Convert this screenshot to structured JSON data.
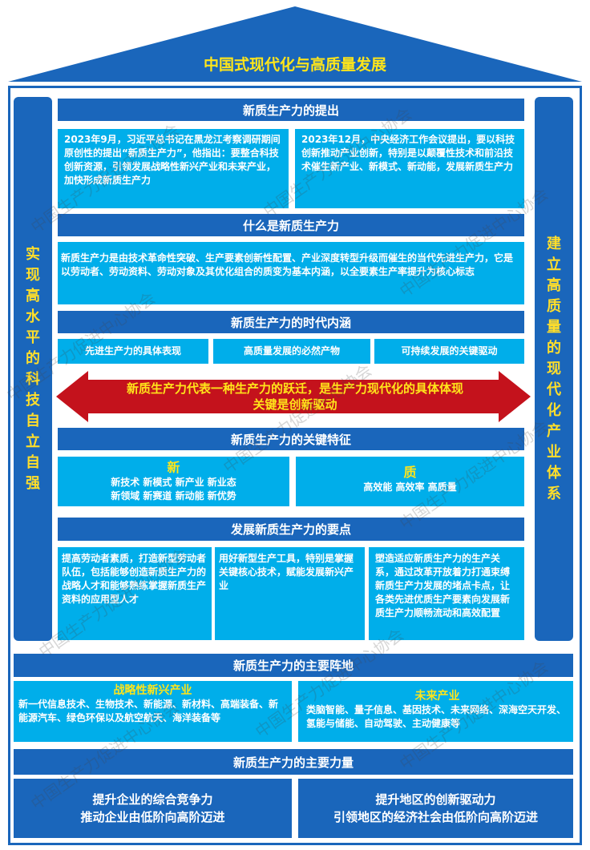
{
  "roof_title": "中国式现代化与高质量发展",
  "left_pillar": "实现高水平的科技自立自强",
  "right_pillar": "建立高质量的现代化产业体系",
  "proposal": {
    "title": "新质生产力的提出",
    "left": "2023年9月，习近平总书记在黑龙江考察调研期间原创性的提出“新质生产力”，他指出：要整合科技创新资源，引领发展战略性新兴产业和未来产业，加快形成新质生产力",
    "right": "2023年12月，中央经济工作会议提出，要以科技创新推动产业创新，特别是以颠覆性技术和前沿技术催生新产业、新模式、新动能，发展新质生产力"
  },
  "definition": {
    "title": "什么是新质生产力",
    "text": "新质生产力是由技术革命性突破、生产要素创新性配置、产业深度转型升级而催生的当代先进生产力，它是以劳动者、劳动资料、劳动对象及其优化组合的质变为基本内涵，以全要素生产率提升为核心标志"
  },
  "connotation": {
    "title": "新质生产力的时代内涵",
    "items": [
      "先进生产力的具体表现",
      "高质量发展的必然产物",
      "可持续发展的关键驱动"
    ]
  },
  "arrow": {
    "line1": "新质生产力代表一种生产力的跃迁，是生产力现代化的具体体现",
    "line2": "关键是创新驱动"
  },
  "features": {
    "title": "新质生产力的关键特征",
    "new_label": "新",
    "new_line1": "新技术 新模式 新产业 新业态",
    "new_line2": "新领域 新赛道 新动能 新优势",
    "quality_label": "质",
    "quality_line1": "高效能 高效率 高质量"
  },
  "points": {
    "title": "发展新质生产力的要点",
    "items": [
      "提高劳动者素质，打造新型劳动者队伍，包括能够创造新质生产力的战略人才和能够熟练掌握新质生产资料的应用型人才",
      "用好新型生产工具，特别是掌握关键核心技术，赋能发展新兴产业",
      "塑造适应新质生产力的生产关系，通过改革开放着力打通束缚新质生产力发展的堵点卡点，让各类先进优质生产要素向发展新质生产力顺畅流动和高效配置"
    ]
  },
  "fields": {
    "title": "新质生产力的主要阵地",
    "strategic_title": "战略性新兴产业",
    "strategic_text": "新一代信息技术、生物技术、新能源、新材料、高端装备、新能源汽车、绿色环保以及航空航天、海洋装备等",
    "future_title": "未来产业",
    "future_text": "类脑智能、量子信息、基因技术、未来网络、深海空天开发、氢能与储能、自动驾驶、主动健康等"
  },
  "forces": {
    "title": "新质生产力的主要力量",
    "left_line1": "提升企业的综合竞争力",
    "left_line2": "推动企业由低阶向高阶迈进",
    "right_line1": "提升地区的创新驱动力",
    "right_line2": "引领地区的经济社会由低阶向高阶迈进"
  },
  "watermark": "中国生产力促进中心协会",
  "colors": {
    "dark_blue": "#1a66bb",
    "light_blue": "#00aeea",
    "arrow_red": "#c4121c",
    "yellow": "#ffe51a"
  }
}
